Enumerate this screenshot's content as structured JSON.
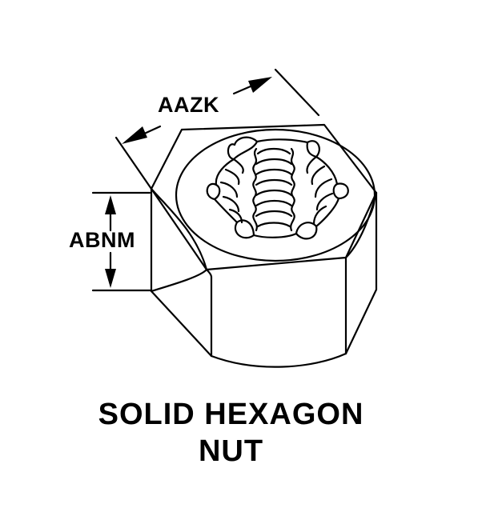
{
  "dimensions": {
    "width_across_flats_label": "AAZK",
    "height_label": "ABNM"
  },
  "caption": {
    "line1": "SOLID HEXAGON",
    "line2": "NUT"
  },
  "colors": {
    "ink": "#000000",
    "paper": "#ffffff"
  }
}
